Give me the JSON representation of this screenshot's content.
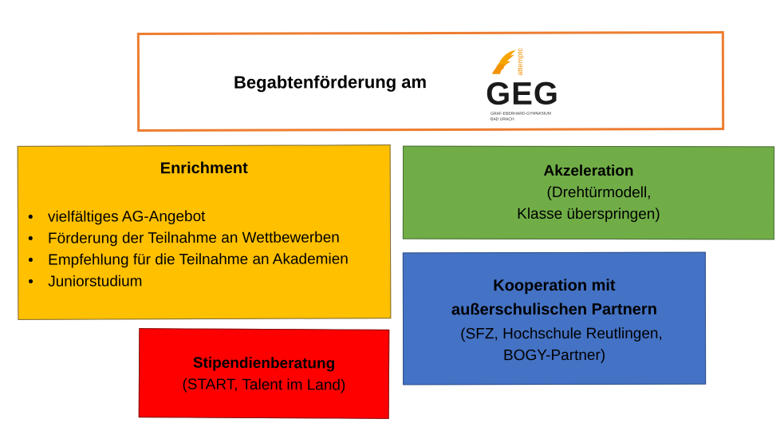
{
  "title": {
    "text": "Begabtenförderung am",
    "logo": {
      "letters": "GEG",
      "motto": "attempto",
      "school_line1": "GRAF-EBERHARD-GYMNASIUM",
      "school_line2": "BAD URACH",
      "flame_color": "#F39200",
      "letters_color": "#1A1A1A"
    }
  },
  "enrichment": {
    "heading": "Enrichment",
    "items": [
      "vielfältiges AG-Angebot",
      "Förderung der Teilnahme an Wettbewerben",
      "Empfehlung für die Teilnahme an Akademien",
      "Juniorstudium"
    ],
    "color": "#FFC000"
  },
  "akzeleration": {
    "heading": "Akzeleration",
    "line1": "(Drehtürmodell,",
    "line2": "Klasse überspringen)",
    "color": "#70AD47"
  },
  "kooperation": {
    "heading_line1": "Kooperation mit",
    "heading_line2": "außerschulischen Partnern",
    "line1": "(SFZ, Hochschule Reutlingen,",
    "line2": "BOGY-Partner)",
    "color": "#4472C4"
  },
  "stipendien": {
    "heading": "Stipendienberatung",
    "line1": "(START, Talent im Land)",
    "color": "#FF0000"
  },
  "accent_color": "#ED7D31"
}
